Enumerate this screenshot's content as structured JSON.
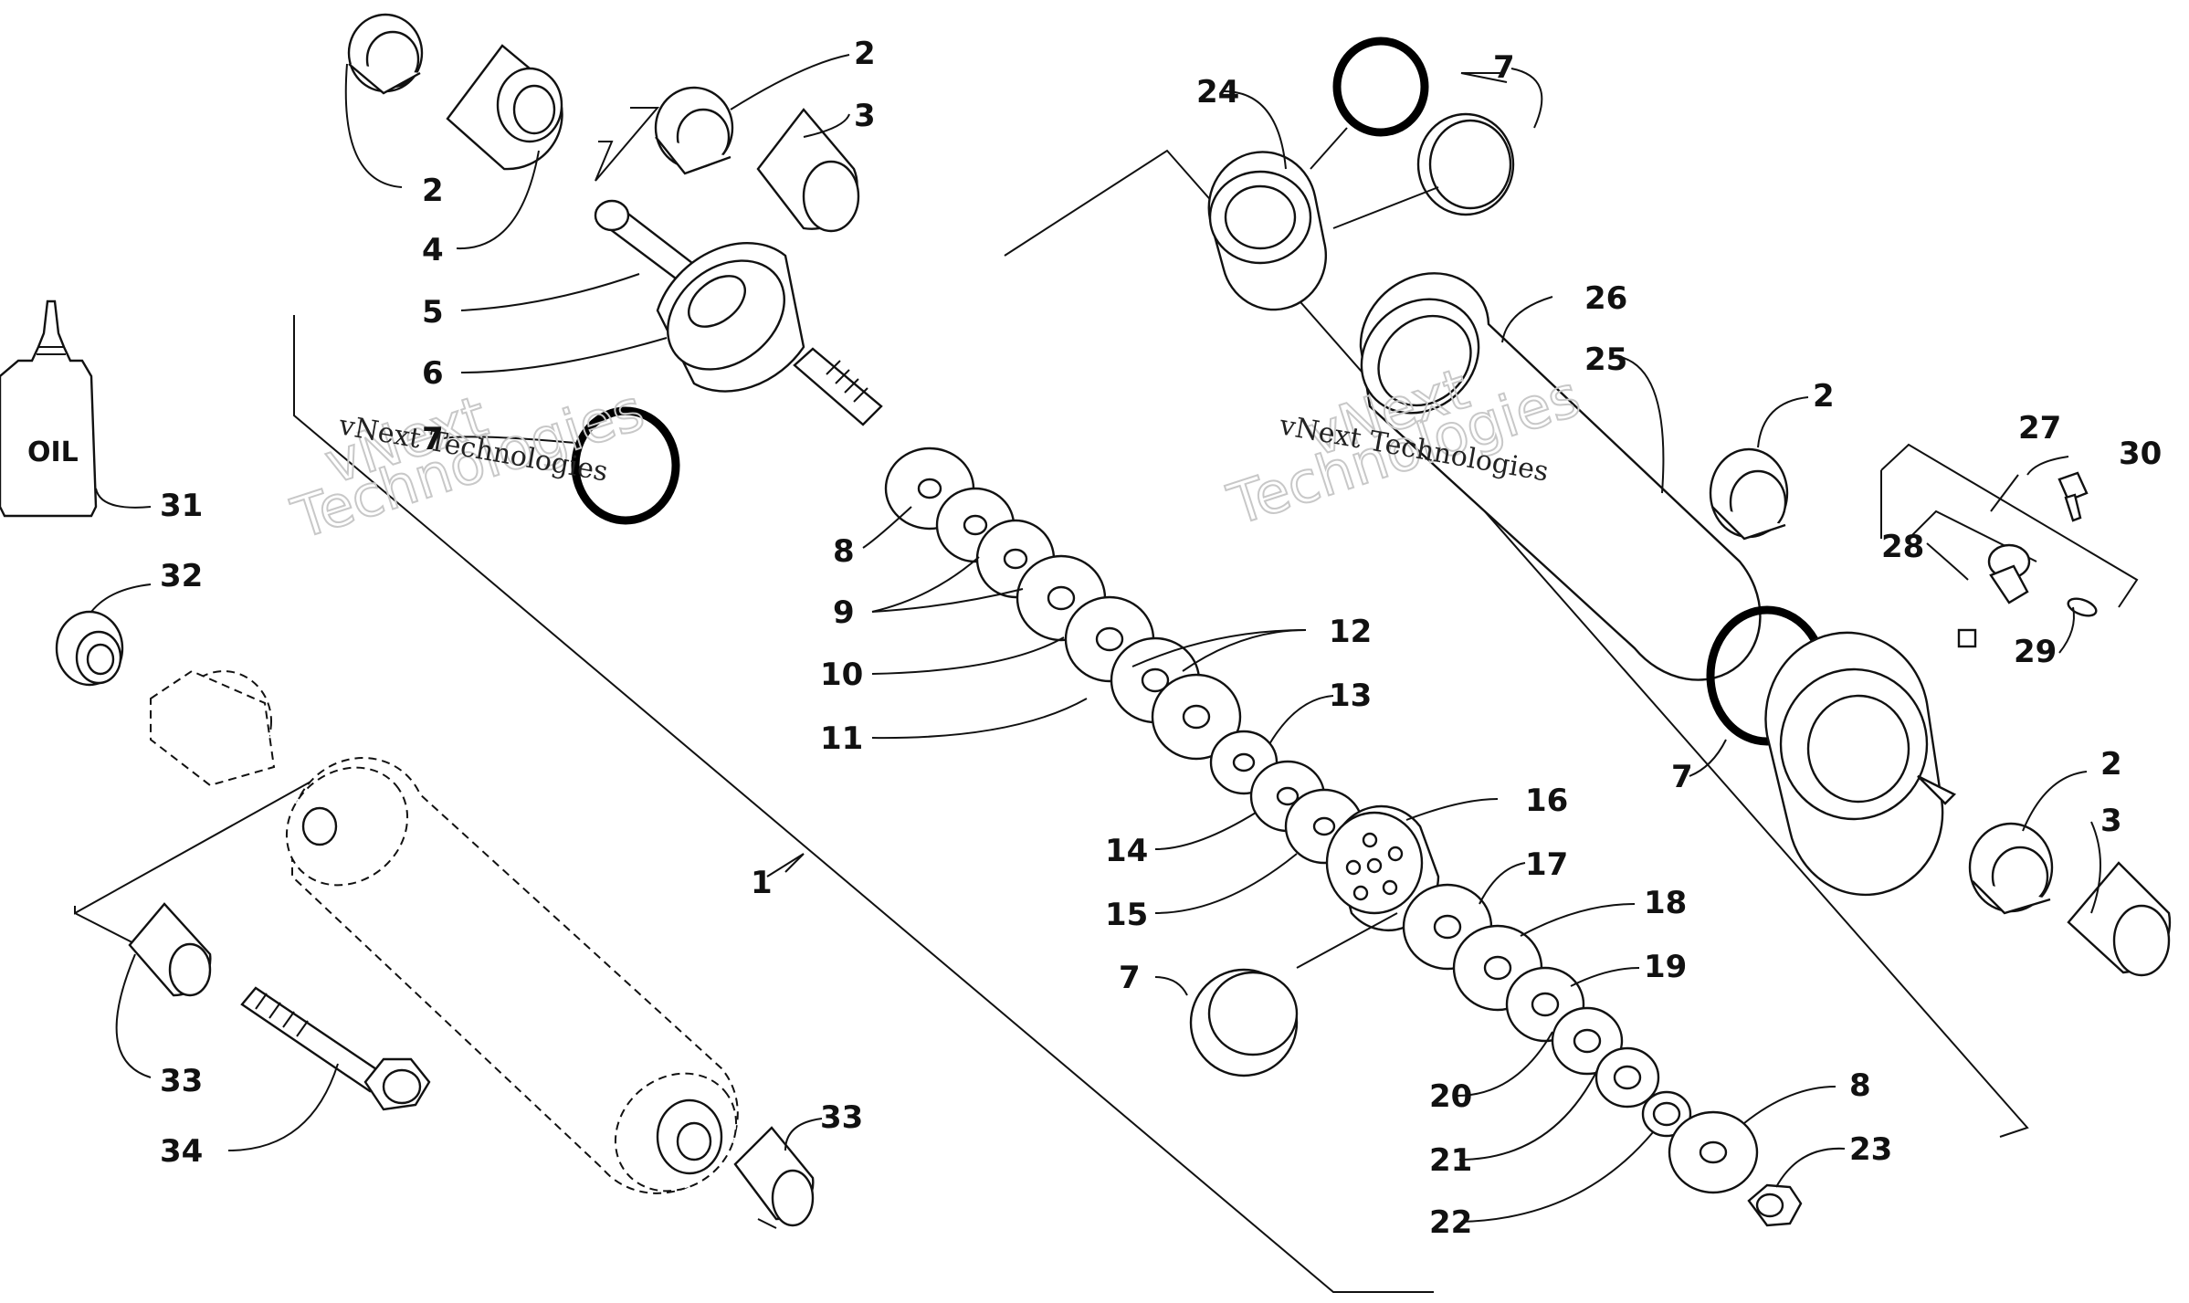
{
  "watermark": {
    "brand_small": "vNext Technologies",
    "brand_big_line1": "vNext",
    "brand_big_line2": "Technologies"
  },
  "oil_bottle": {
    "label": "OIL"
  },
  "callouts": [
    {
      "id": "c2a",
      "text": "2"
    },
    {
      "id": "c3a",
      "text": "3"
    },
    {
      "id": "c2b",
      "text": "2"
    },
    {
      "id": "c4",
      "text": "4"
    },
    {
      "id": "c5",
      "text": "5"
    },
    {
      "id": "c6",
      "text": "6"
    },
    {
      "id": "c7a",
      "text": "7"
    },
    {
      "id": "c8a",
      "text": "8"
    },
    {
      "id": "c9",
      "text": "9"
    },
    {
      "id": "c10",
      "text": "10"
    },
    {
      "id": "c11",
      "text": "11"
    },
    {
      "id": "c12",
      "text": "12"
    },
    {
      "id": "c13",
      "text": "13"
    },
    {
      "id": "c14",
      "text": "14"
    },
    {
      "id": "c15",
      "text": "15"
    },
    {
      "id": "c16",
      "text": "16"
    },
    {
      "id": "c17",
      "text": "17"
    },
    {
      "id": "c18",
      "text": "18"
    },
    {
      "id": "c19",
      "text": "19"
    },
    {
      "id": "c20",
      "text": "20"
    },
    {
      "id": "c21",
      "text": "21"
    },
    {
      "id": "c22",
      "text": "22"
    },
    {
      "id": "c8b",
      "text": "8"
    },
    {
      "id": "c23",
      "text": "23"
    },
    {
      "id": "c1",
      "text": "1"
    },
    {
      "id": "c7b",
      "text": "7"
    },
    {
      "id": "c7c",
      "text": "7"
    },
    {
      "id": "c24",
      "text": "24"
    },
    {
      "id": "c26",
      "text": "26"
    },
    {
      "id": "c25",
      "text": "25"
    },
    {
      "id": "c2c",
      "text": "2"
    },
    {
      "id": "c27",
      "text": "27"
    },
    {
      "id": "c30",
      "text": "30"
    },
    {
      "id": "c28",
      "text": "28"
    },
    {
      "id": "c29",
      "text": "29"
    },
    {
      "id": "c7d",
      "text": "7"
    },
    {
      "id": "c2d",
      "text": "2"
    },
    {
      "id": "c3b",
      "text": "3"
    },
    {
      "id": "c31",
      "text": "31"
    },
    {
      "id": "c32",
      "text": "32"
    },
    {
      "id": "c33a",
      "text": "33"
    },
    {
      "id": "c34",
      "text": "34"
    },
    {
      "id": "c33b",
      "text": "33"
    }
  ]
}
